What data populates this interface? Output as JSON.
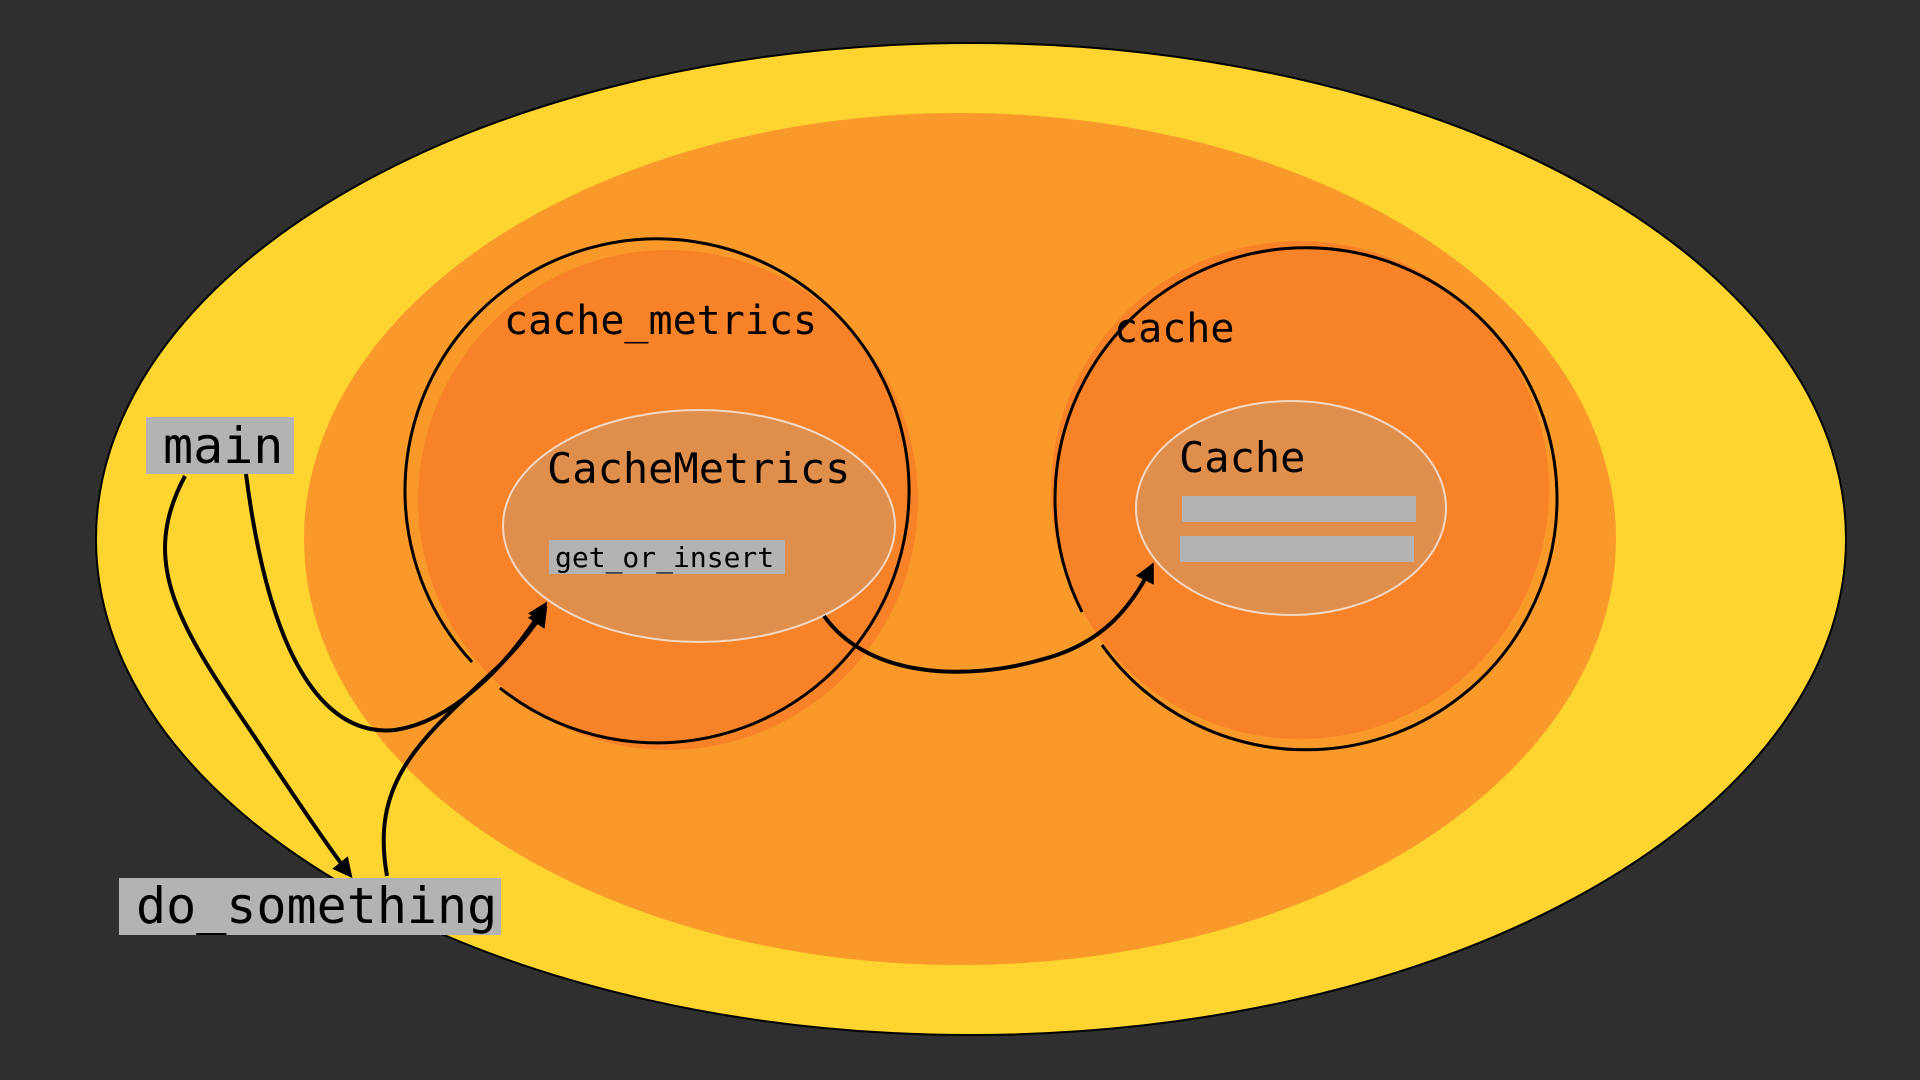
{
  "colors": {
    "background": "#2f2f2f",
    "outer_region": "#fed530",
    "middle_region": "#f9992a",
    "module_circle": "#f88228",
    "type_ellipse": "#e08e4c",
    "label_box": "#b3b3b3",
    "stroke": "#000000"
  },
  "modules": {
    "cache_metrics": {
      "label": "cache_metrics"
    },
    "cache": {
      "label": "cache"
    }
  },
  "types": {
    "cache_metrics_type": {
      "label": "CacheMetrics"
    },
    "cache_type": {
      "label": "Cache"
    }
  },
  "methods": {
    "get_or_insert": {
      "label": "get_or_insert"
    }
  },
  "functions": {
    "main": {
      "label": "main"
    },
    "do_something": {
      "label": "do_something"
    }
  }
}
